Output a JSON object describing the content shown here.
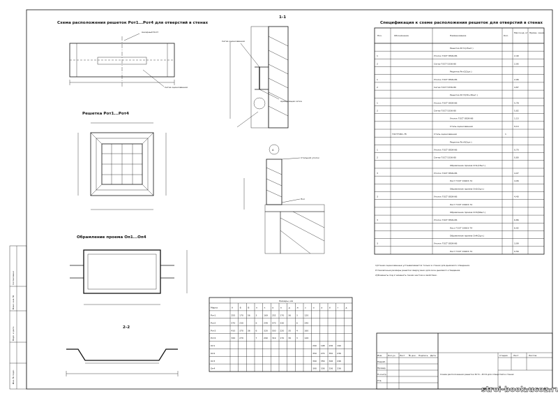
{
  "title_left": "Схема расположения решеток Рот1...Рот4 для отверстий в стенах",
  "title_section": "1-1",
  "title_spec": "Спецификация к схеме расположения решеток для отверстий в стенах",
  "title_grille": "Решетка Рот1...Рот4",
  "title_frame": "Обрамление проема Оп1...Оп4",
  "title_section2": "2-2",
  "node_label": "А",
  "spec": {
    "headers": [
      "Поз.",
      "Обозначение",
      "Наименование",
      "Кол.",
      "Масса ед. кг",
      "Приме- чание"
    ],
    "rows": [
      [
        "",
        "",
        "Решетка Рот1(15шт.)",
        "",
        "",
        ""
      ],
      [
        "1",
        "",
        "Уголок ГОСТ 8509-86",
        "",
        "2,49",
        ""
      ],
      [
        "2",
        "",
        "Сетка ГОСТ 5336-80",
        "",
        "2,95",
        ""
      ],
      [
        "",
        "",
        "Решетка Рот2(2шт.)",
        "",
        "",
        ""
      ],
      [
        "1",
        "",
        "Уголок ГОСТ 8509-86",
        "",
        "2,96",
        ""
      ],
      [
        "2",
        "",
        "Сетка ГОСТ 5336-80",
        "",
        "4,87",
        ""
      ],
      [
        "",
        "",
        "Решетка Рот3(30+30шт.)",
        "",
        "",
        ""
      ],
      [
        "1",
        "",
        "Уголок ГОСТ 8509-86",
        "",
        "5,78",
        ""
      ],
      [
        "2",
        "",
        "Сетка ГОСТ 5336-80",
        "",
        "5,82",
        ""
      ],
      [
        "",
        "",
        "Уголок ГОСТ 8509-86",
        "",
        "1,15",
        ""
      ],
      [
        "",
        "",
        "Сталь оцинкованная",
        "",
        "9,14",
        ""
      ],
      [
        "",
        "ГОСТ7461-78",
        "Сталь оцинкованная",
        "1",
        "",
        ""
      ],
      [
        "",
        "",
        "Решетка Рот4(2шт.)",
        "",
        "",
        ""
      ],
      [
        "1",
        "",
        "Уголок ГОСТ 8509-86",
        "",
        "0,70",
        ""
      ],
      [
        "2",
        "",
        "Сетка ГОСТ 5336-80",
        "",
        "0,80",
        ""
      ],
      [
        "",
        "",
        "Обрамление проема Оп1(15шт.)",
        "",
        "",
        ""
      ],
      [
        "3",
        "",
        "Уголок ГОСТ 8509-86",
        "",
        "4,07",
        ""
      ],
      [
        "",
        "",
        "Лист ГОСТ 19903-74",
        "",
        "4,06",
        ""
      ],
      [
        "",
        "",
        "Обрамление проема Оп2(2шт.)",
        "",
        "",
        ""
      ],
      [
        "3",
        "",
        "Уголок ГОСТ 8509-86",
        "",
        "4,40",
        ""
      ],
      [
        "",
        "",
        "Лист ГОСТ 19903-74",
        "",
        "",
        ""
      ],
      [
        "",
        "",
        "Обрамление проема Оп3(60шт.)",
        "",
        "",
        ""
      ],
      [
        "3",
        "",
        "Уголок ГОСТ 8509-86",
        "",
        "6,86",
        ""
      ],
      [
        "",
        "",
        "Лист ГОСТ 19903-74",
        "",
        "6,92",
        ""
      ],
      [
        "",
        "",
        "Обрамление проема Оп4(2шт.)",
        "",
        "",
        ""
      ],
      [
        "3",
        "",
        "Уголок ГОСТ 8509-86",
        "",
        "3,99",
        ""
      ],
      [
        "",
        "",
        "Лист ГОСТ 19903-74",
        "",
        "0,56",
        ""
      ]
    ]
  },
  "dims": {
    "title": "Размеры, мм",
    "headers": [
      "Марка",
      "А",
      "Б",
      "В",
      "п",
      "к",
      "в",
      "е",
      "д",
      "ж",
      "з",
      "и",
      "а",
      "б",
      "г",
      "д"
    ],
    "rows": [
      [
        "Рот1",
        "255",
        "170",
        "56",
        "3",
        "169",
        "252",
        "170",
        "36",
        "3",
        "120",
        "",
        "",
        "",
        "",
        ""
      ],
      [
        "Рот2",
        "570",
        "230",
        "",
        "6",
        "249",
        "570",
        "230",
        "",
        "6",
        "240",
        "",
        "",
        "",
        "",
        ""
      ],
      [
        "Рот3",
        "410",
        "370",
        "36",
        "6",
        "320",
        "550",
        "220",
        "35",
        "4",
        "160",
        "",
        "",
        "",
        "",
        ""
      ],
      [
        "Рот4",
        "320",
        "270",
        "",
        "7",
        "290",
        "319",
        "170",
        "36",
        "3",
        "126",
        "",
        "",
        "",
        "",
        ""
      ],
      [
        "Оп1",
        "",
        "",
        "",
        "",
        "",
        "",
        "",
        "",
        "",
        "",
        "290",
        "198",
        "236",
        "190",
        ""
      ],
      [
        "Оп2",
        "",
        "",
        "",
        "",
        "",
        "",
        "",
        "",
        "",
        "",
        "350",
        "274",
        "350",
        "236",
        ""
      ],
      [
        "Оп3",
        "",
        "",
        "",
        "",
        "",
        "",
        "",
        "",
        "",
        "",
        "390",
        "356",
        "346",
        "246",
        ""
      ],
      [
        "Оп4",
        "",
        "",
        "",
        "",
        "",
        "",
        "",
        "",
        "",
        "",
        "390",
        "336",
        "236",
        "236",
        ""
      ]
    ]
  },
  "notes": [
    "1)Стенки оцинкованные устанавливаются только в стенах для дымового отведения.",
    "Установочные размеры решетки сверху вниз для окон дымового отведения.",
    "2)Элементы под 2 заменять таким жестом в свойствах."
  ],
  "stamp": {
    "title": "Схема расположения решеток Рот1...Рот4 для отверстий в стенах",
    "cols": [
      "Стадия",
      "Лист",
      "Листов"
    ],
    "roles": [
      "Изм.",
      "Кол.уч.",
      "Лист",
      "№ док.",
      "Подпись",
      "Дата"
    ],
    "people": [
      "Разраб.",
      "Провер.",
      "Н.контр.",
      "Утв."
    ],
    "side_labels": [
      "Согласовано",
      "Взам. инв. №",
      "Подп. и дата",
      "Инв. № подл."
    ]
  },
  "watermark": "stroi-book.ucoz.ru",
  "callouts": [
    "Анкерный болт",
    "Сетка оцинкованная",
    "Армирующая сетка",
    "Стальной уголок",
    "Пол"
  ]
}
